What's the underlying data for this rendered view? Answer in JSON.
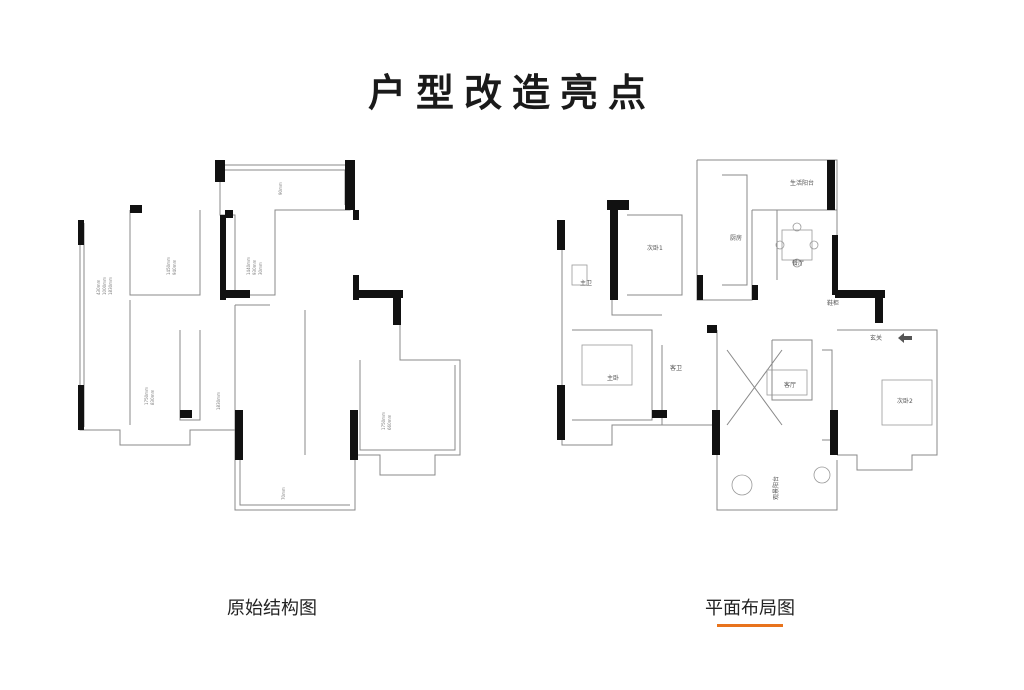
{
  "title": "户型改造亮点",
  "left_plan": {
    "caption": "原始结构图",
    "dims": [
      "430mm",
      "1000mm",
      "1830mm",
      "1450mm",
      "940mm",
      "1440mm",
      "930mm",
      "30mm",
      "90mm",
      "1750mm",
      "830mm",
      "1830mm",
      "1750mm",
      "660mm",
      "70mm"
    ]
  },
  "right_plan": {
    "caption": "平面布局图",
    "rooms": {
      "bath1": "主卫",
      "bedroom1": "次卧1",
      "kitchen": "厨房",
      "life_balcony": "生活阳台",
      "dining": "餐厅",
      "entry_cabinet": "鞋柜",
      "entrance": "玄关",
      "master": "主卧",
      "bath2": "客卫",
      "living": "客厅",
      "bedroom2": "次卧2",
      "view_balcony": "观景阳台"
    }
  },
  "colors": {
    "accent": "#e8731c",
    "wall": "#111111",
    "line": "#888888"
  }
}
